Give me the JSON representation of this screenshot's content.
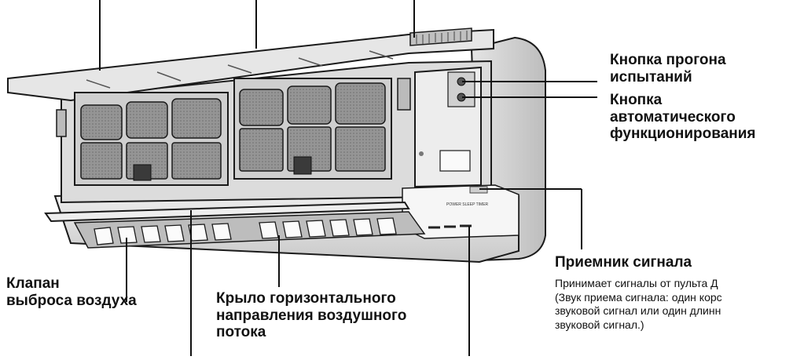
{
  "labels": {
    "test_run_button": "Кнопка прогона испытаний",
    "auto_operation_button_line1": "Кнопка",
    "auto_operation_button_line2": "автоматического",
    "auto_operation_button_line3": "функционирования",
    "air_outlet_flap_line1": "Клапан",
    "air_outlet_flap_line2": "выброса воздуха",
    "horizontal_vane_line1": "Крыло горизонтального",
    "horizontal_vane_line2": "направления воздушного",
    "horizontal_vane_line3": "потока",
    "signal_receiver_title": "Приемник сигнала",
    "signal_receiver_desc_line1": "Принимает сигналы от пульта Д",
    "signal_receiver_desc_line2": "(Звук приема сигнала: один корс",
    "signal_receiver_desc_line3": "звуковой сигнал или один длинн",
    "signal_receiver_desc_line4": "звуковой сигнал.)"
  },
  "panel_text": {
    "indicator_labels": "POWER SLEEP TIMER"
  },
  "colors": {
    "outline": "#1a1a1a",
    "body_light": "#e9e9e9",
    "body_mid": "#d4d4d4",
    "filter_mesh": "#9a9a9a",
    "filter_frame": "#cfcfcf"
  }
}
